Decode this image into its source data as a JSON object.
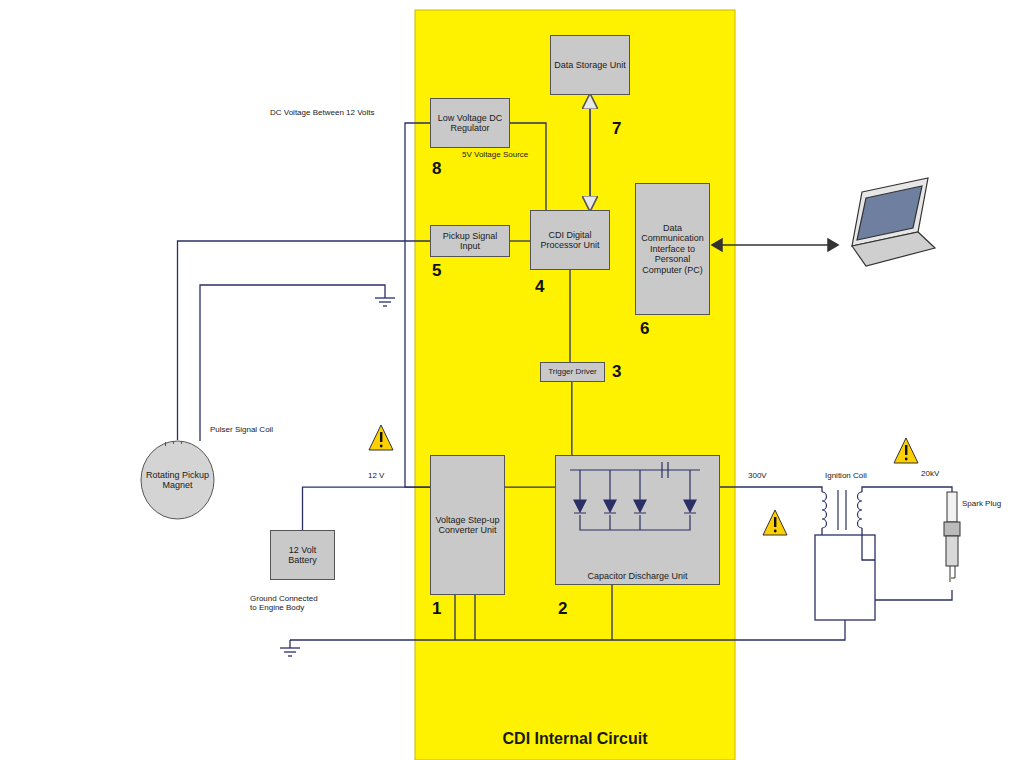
{
  "diagram": {
    "nodes": [
      {
        "text": [
          "CDI Internal Circuit"
        ]
      },
      {
        "text": [
          "Data Storage Unit"
        ],
        "in": 0
      },
      {
        "text": [
          "Low Voltage DC Regulator"
        ],
        "in": 0
      },
      {
        "text": [
          "Pickup Signal Input"
        ],
        "in": 0
      },
      {
        "text": [
          "CDI Digital Processor Unit"
        ],
        "in": 0
      },
      {
        "text": [
          "Data Communication Interface to Personal Computer (PC)"
        ],
        "in": 0
      },
      {
        "text": [
          "Trigger Driver"
        ],
        "in": 0
      },
      {
        "text": [
          "Voltage Step-up Converter Unit"
        ],
        "in": 0
      },
      {
        "text": [
          "Capacitor Discharge Unit"
        ],
        "in": 0
      },
      {
        "text": [
          "Rotating Pickup Magnet"
        ]
      },
      {
        "text": [
          "12 Volt Battery"
        ]
      }
    ],
    "edges": [
      {
        "from": 1,
        "to": 4,
        "arrow": "both"
      },
      {
        "from": 9,
        "to": 3,
        "arrow": "none"
      },
      {
        "from": 3,
        "to": 4,
        "arrow": "none"
      },
      {
        "from": 4,
        "to": 6,
        "arrow": "none"
      },
      {
        "from": 6,
        "to": 8,
        "arrow": "none"
      },
      {
        "from": 10,
        "to": 7,
        "arrow": "none"
      },
      {
        "from": 7,
        "to": 8,
        "arrow": "none"
      },
      {
        "from": 2,
        "to": 4,
        "arrow": "none"
      },
      {
        "from": 7,
        "to": 2,
        "arrow": "none"
      }
    ],
    "labels": [
      "DC Voltage Between 12 Volts",
      "5V Voltage Source",
      "Pulser Signal Coil",
      "12 V",
      "300V",
      "Ignition Coil",
      "20kV",
      "Spark Plug",
      "Ground Connected to Engine Body",
      "7",
      "8",
      "5",
      "4",
      "6",
      "3",
      "1",
      "2"
    ]
  }
}
